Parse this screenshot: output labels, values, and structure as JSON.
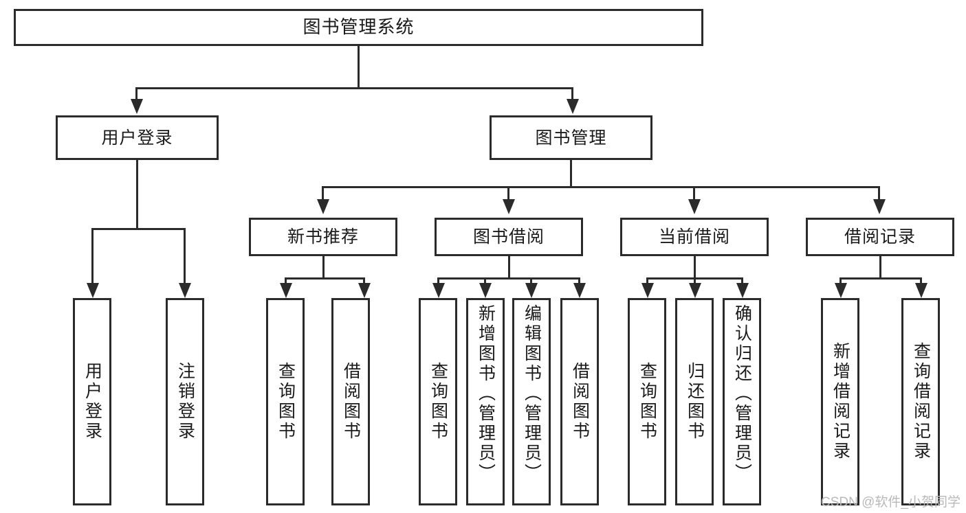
{
  "diagram": {
    "title_node": {
      "label": "图书管理系统"
    },
    "level2": [
      {
        "id": "user-login",
        "label": "用户登录"
      },
      {
        "id": "book-management",
        "label": "图书管理"
      }
    ],
    "level3": [
      {
        "id": "new-book-recommend",
        "label": "新书推荐"
      },
      {
        "id": "book-borrow",
        "label": "图书借阅"
      },
      {
        "id": "current-borrow",
        "label": "当前借阅"
      },
      {
        "id": "borrow-record",
        "label": "借阅记录"
      }
    ],
    "leaves": [
      {
        "id": "leaf-user-login",
        "label": "用户登录"
      },
      {
        "id": "leaf-logout-login",
        "label": "注销登录"
      },
      {
        "id": "leaf-query-book-1",
        "label": "查询图书"
      },
      {
        "id": "leaf-borrow-book-1",
        "label": "借阅图书"
      },
      {
        "id": "leaf-query-book-2",
        "label": "查询图书"
      },
      {
        "id": "leaf-add-book-admin",
        "label": "新增图书（管理员）"
      },
      {
        "id": "leaf-edit-book-admin",
        "label": "编辑图书（管理员）"
      },
      {
        "id": "leaf-borrow-book-2",
        "label": "借阅图书"
      },
      {
        "id": "leaf-query-book-3",
        "label": "查询图书"
      },
      {
        "id": "leaf-return-book",
        "label": "归还图书"
      },
      {
        "id": "leaf-confirm-return",
        "label": "确认归还（管理员）"
      },
      {
        "id": "leaf-add-record",
        "label": "新增借阅记录"
      },
      {
        "id": "leaf-query-record",
        "label": "查询借阅记录"
      }
    ]
  },
  "watermark": {
    "text": "CSDN @软件_小贺同学"
  },
  "colors": {
    "stroke": "#2b2b2b",
    "background": "#ffffff",
    "text": "#1a1a1a",
    "watermark": "#b9b9b9"
  }
}
